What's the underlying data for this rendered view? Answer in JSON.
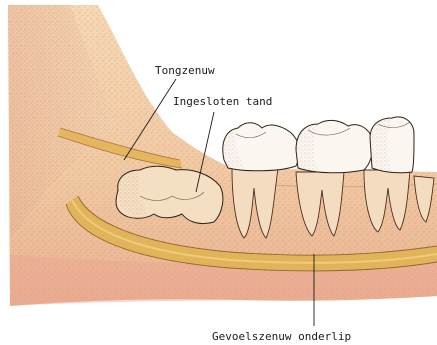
{
  "diagram": {
    "labels": {
      "tongue_nerve": "Tongzenuw",
      "impacted_tooth": "Ingesloten tand",
      "lip_nerve": "Gevoelszenuw onderlip"
    },
    "colors": {
      "background": "#ffffff",
      "jaw_fill": "#f3cfa7",
      "jaw_shade": "#e8a98a",
      "nerve_band": "#e2b45a",
      "tooth_fill": "#fbf7f1",
      "outline": "#3a2a20"
    }
  }
}
